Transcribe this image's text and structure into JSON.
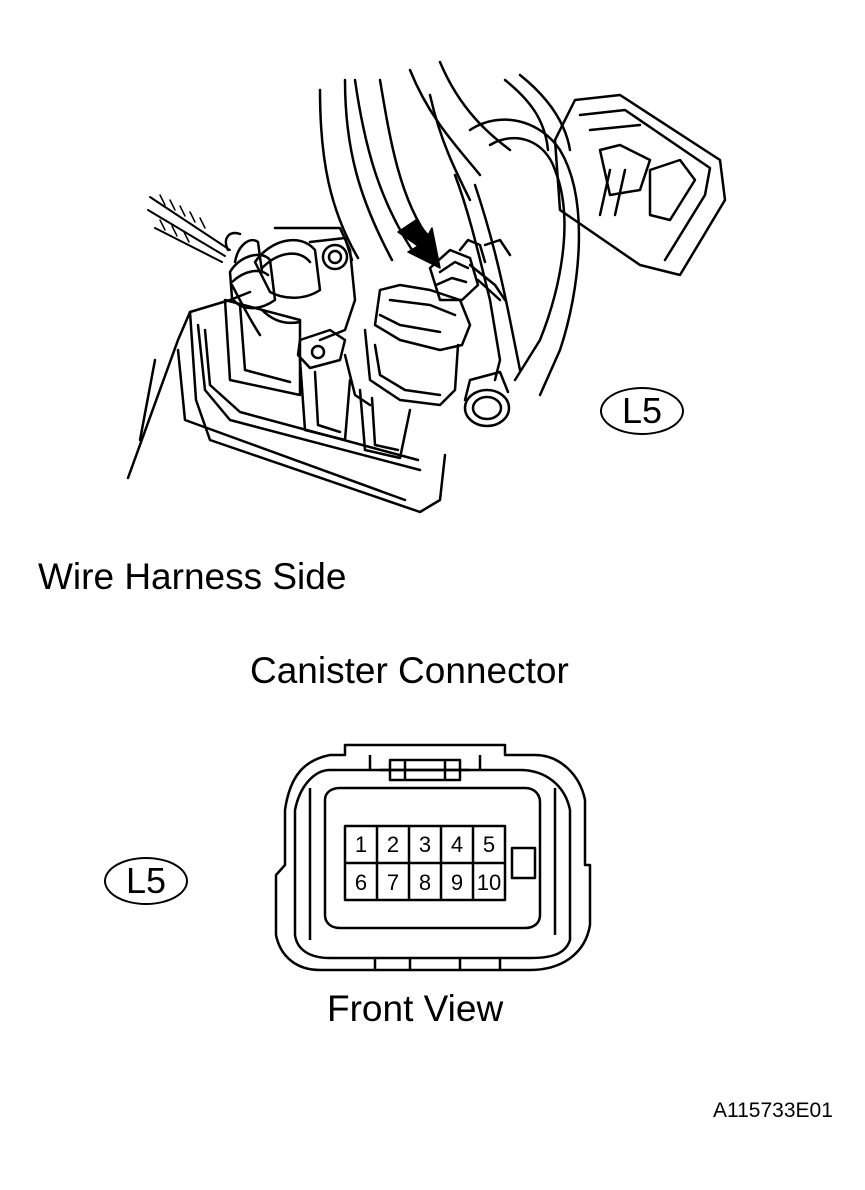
{
  "labels": {
    "wire_harness_side": "Wire Harness Side",
    "canister_connector": "Canister Connector",
    "front_view": "Front View",
    "figure_id": "A115733E01"
  },
  "callouts": {
    "top": "L5",
    "bottom": "L5"
  },
  "connector": {
    "pins_row1": [
      "1",
      "2",
      "3",
      "4",
      "5"
    ],
    "pins_row2": [
      "6",
      "7",
      "8",
      "9",
      "10"
    ]
  },
  "colors": {
    "ink": "#000000",
    "background": "#ffffff"
  }
}
